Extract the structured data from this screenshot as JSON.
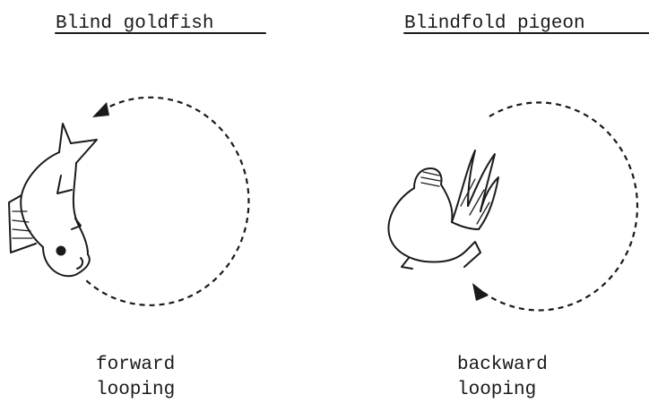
{
  "left_panel": {
    "title": "Blind goldfish",
    "caption_line1": "forward",
    "caption_line2": "looping",
    "icon": "goldfish-icon"
  },
  "right_panel": {
    "title": "Blindfold pigeon",
    "caption_line1": "backward",
    "caption_line2": "looping",
    "icon": "pigeon-icon"
  }
}
